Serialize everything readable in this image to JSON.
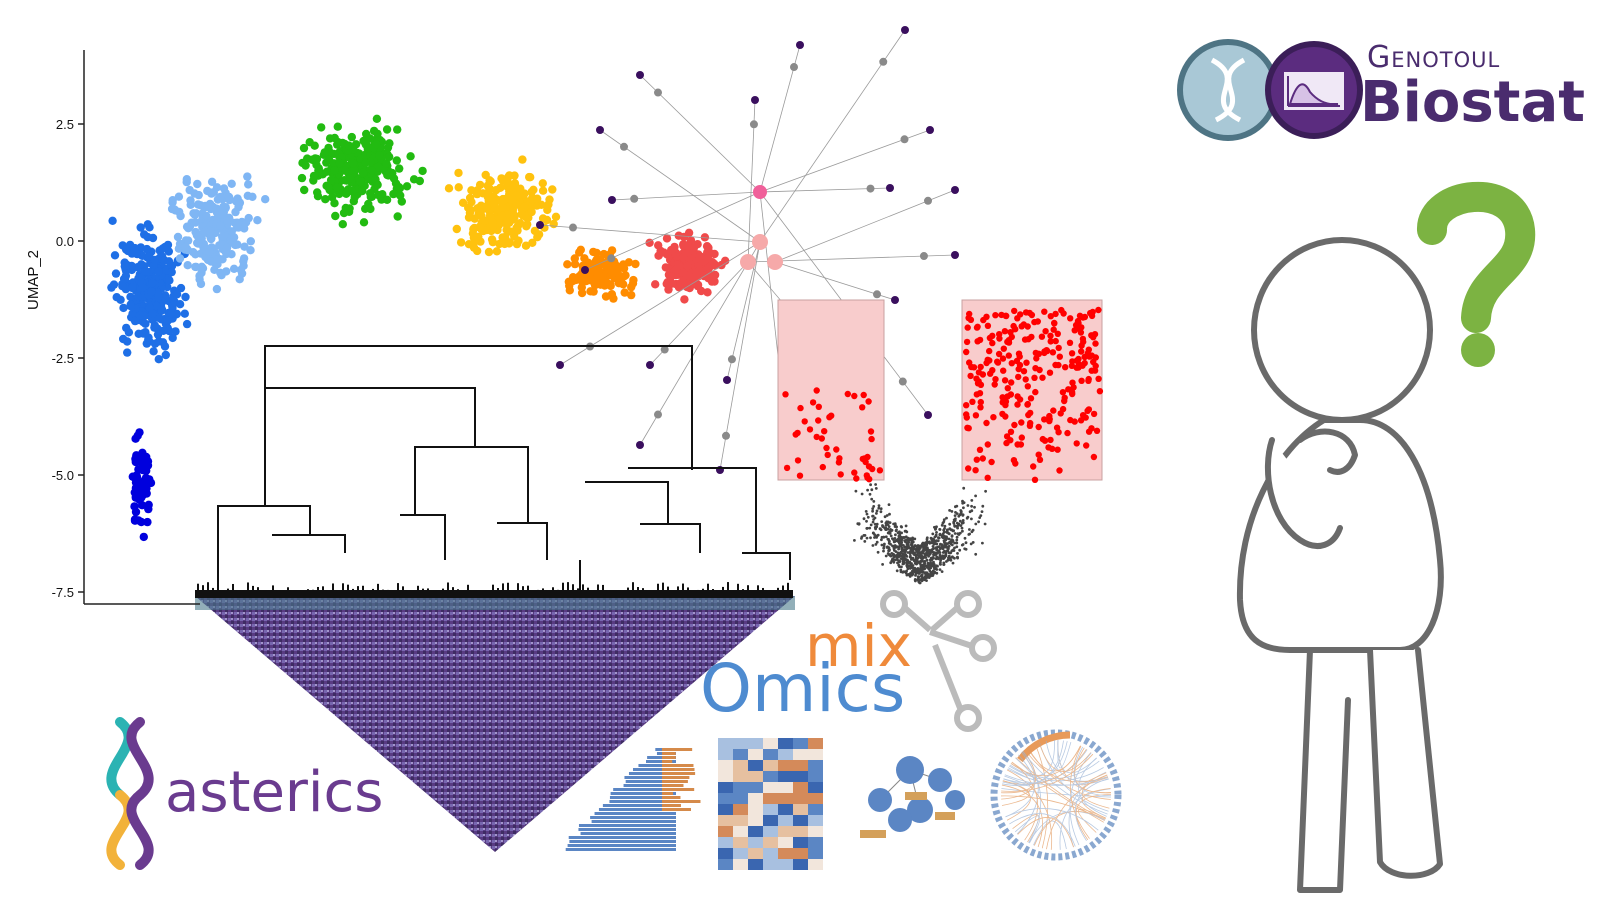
{
  "brand": {
    "genotoul_top": "Genotoul",
    "genotoul_main": "Biostat",
    "asterics": "asterics",
    "mix": "mix",
    "omics": "Omics",
    "colors": {
      "purple": "#4a2c6e",
      "asterics_purple": "#6a3b8f",
      "mix_orange": "#ef8a3b",
      "omics_blue": "#4e8bd0",
      "question_green": "#7cb342"
    }
  },
  "chart_data": {
    "type": "scatter",
    "ylabel": "UMAP_2",
    "y_ticks": [
      "2.5",
      "0.0",
      "-2.5",
      "-5.0",
      "-7.5"
    ],
    "y_tick_values": [
      2.5,
      0.0,
      -2.5,
      -5.0,
      -7.5
    ],
    "ylim": [
      -7.7,
      4.0
    ],
    "clusters": [
      {
        "color": "#1e6fe6",
        "cx": -8.0,
        "cy": -1.0
      },
      {
        "color": "#0000dd",
        "cx": -8.0,
        "cy": -5.5
      },
      {
        "color": "#7fb6f4",
        "cx": -5.5,
        "cy": 0.8
      },
      {
        "color": "#22bb11",
        "cx": -2.0,
        "cy": 1.8
      },
      {
        "color": "#ffc20e",
        "cx": 1.5,
        "cy": 0.8
      },
      {
        "color": "#ff8c00",
        "cx": 3.5,
        "cy": -1.2
      },
      {
        "color": "#f04a4a",
        "cx": 5.5,
        "cy": -0.8
      }
    ]
  },
  "icons": {
    "dna": "dna-helix-icon",
    "chart": "density-chart-icon",
    "question": "question-mark-icon",
    "person": "thinking-person-icon"
  }
}
